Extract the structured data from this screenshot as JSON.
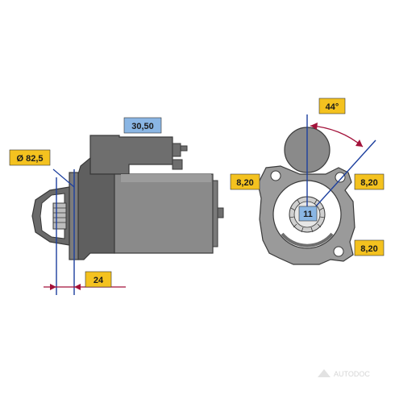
{
  "labels": {
    "pinion_diameter": "Ø 82,5",
    "flange_offset": "24",
    "solenoid_terminal": "30,50",
    "gear_teeth": "11",
    "rotation_angle": "44°",
    "bolt_hole_left": "8,20",
    "bolt_hole_right": "8,20",
    "bolt_hole_bottom": "8,20"
  },
  "watermark": "AUTODOC",
  "colors": {
    "tag_yellow": "#f4c21f",
    "tag_blue": "#8ab6e4",
    "dimension_red": "#a3123a",
    "axis_blue": "#1c3f9e",
    "body_dark": "#6b6b6b",
    "body_mid": "#8a8a8a",
    "body_light": "#a9a9a9"
  }
}
